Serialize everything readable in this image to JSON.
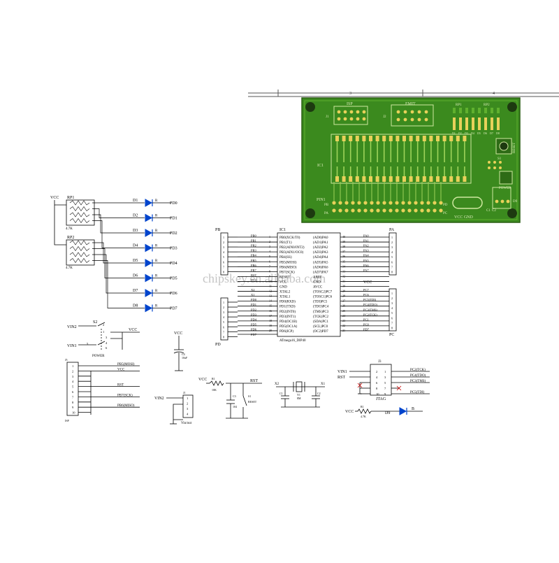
{
  "grid": {
    "col3": "3",
    "col4": "4"
  },
  "pcb": {
    "labels": {
      "isp": "ISP",
      "emit": "EMIT",
      "rp1": "RP1",
      "rp2": "RP2",
      "ic1": "IC1",
      "j1": "J1",
      "j2": "J2",
      "pin1": "PIN1",
      "reset": "RESET",
      "power": "POWER",
      "pb": "PB",
      "pa": "PA",
      "pd": "PD",
      "pc": "PC",
      "vcc_gnd": "VCC GND",
      "c1": "C1",
      "c2": "C2",
      "d9": "D9",
      "s1": "S1"
    },
    "led_labels": [
      "D1",
      "D2",
      "D3",
      "D4",
      "D5",
      "D6",
      "D7",
      "D8"
    ],
    "colors": {
      "board": "#3b8a1e",
      "board_light": "#5fb02e",
      "trace": "#9fd35a",
      "pad": "#e8d15a",
      "hole": "#1d3a10"
    }
  },
  "watermark": "chipskey.en.alibaba.com",
  "leds": {
    "vcc": "VCC",
    "rp1": "RP1",
    "rp2": "RP2",
    "rp_value": "4.7K",
    "r_label": "R",
    "items": [
      {
        "d": "D1",
        "pd": "PD0"
      },
      {
        "d": "D2",
        "pd": "PD1"
      },
      {
        "d": "D3",
        "pd": "PD2"
      },
      {
        "d": "D4",
        "pd": "PD3"
      },
      {
        "d": "D5",
        "pd": "PD4"
      },
      {
        "d": "D6",
        "pd": "PD5"
      },
      {
        "d": "D7",
        "pd": "PD6"
      },
      {
        "d": "D8",
        "pd": "PD7"
      }
    ]
  },
  "ic": {
    "name": "IC1",
    "part": "ATmega16_DIP40",
    "pb_header": "PB",
    "pd_header": "PD",
    "pa_header": "PA",
    "pc_header": "PC",
    "vcc": "VCC",
    "left_nets": [
      "PB0",
      "PB1",
      "PB2",
      "PB3",
      "PB4",
      "PB5",
      "PB6",
      "PB7",
      "RST",
      "VCC",
      "",
      "X2",
      "X1",
      "PD0",
      "PD1",
      "PD2",
      "PD3",
      "PD4",
      "PD5",
      "PD6"
    ],
    "left_pins": [
      "PB0(XCK/T0)",
      "PB1(T1)",
      "PB2(AIN0/INT2)",
      "PB3(AIN1/OC0)",
      "PB4(SS)",
      "PB5(MOSI)",
      "PB6(MISO)",
      "PB7(SCK)",
      "RESET",
      "VCC",
      "GND",
      "XTAL2",
      "XTAL1",
      "PD0(RXD)",
      "PD1(TXD)",
      "PD2(INT0)",
      "PD3(INT1)",
      "PD4(OC1B)",
      "PD5(OC1A)",
      "PD6(ICP)"
    ],
    "left_nums": [
      "1",
      "2",
      "3",
      "4",
      "5",
      "6",
      "7",
      "8",
      "9",
      "10",
      "11",
      "12",
      "13",
      "14",
      "15",
      "16",
      "17",
      "18",
      "19",
      "20"
    ],
    "right_pins": [
      "(AD0)PA0",
      "(AD1)PA1",
      "(AD2)PA2",
      "(AD3)PA3",
      "(AD4)PA4",
      "(AD5)PA5",
      "(AD6)PA6",
      "(AD7)PA7",
      "AREF",
      "GND",
      "AVCC",
      "(TOSC2)PC7",
      "(TOSC1)PC6",
      "(TDI)PC5",
      "(TDO)PC4",
      "(TMS)PC3",
      "(TCK)PC2",
      "(SDA)PC1",
      "(SCL)PC0",
      "(OC2)PD7"
    ],
    "right_nums": [
      "40",
      "39",
      "38",
      "37",
      "36",
      "35",
      "34",
      "33",
      "32",
      "31",
      "30",
      "29",
      "28",
      "27",
      "26",
      "25",
      "24",
      "23",
      "22",
      "21"
    ],
    "right_nets": [
      "PA0",
      "PA1",
      "PA2",
      "PA3",
      "PA4",
      "PA5",
      "PA6",
      "PA7",
      "",
      "",
      "",
      "PC7",
      "PC6",
      "PC5(TDI)",
      "PC4(TDO)",
      "PC3(TMS)",
      "PC2(TCK)",
      "PC1",
      "PC0",
      "PD7"
    ],
    "pd_last": "PD7"
  },
  "power": {
    "s2": "S2",
    "vin2": "VIN2",
    "vin1": "VIN1",
    "vcc": "VCC",
    "label": "POWER",
    "pins": [
      "1",
      "2",
      "3",
      "4",
      "5",
      "6"
    ]
  },
  "cap": {
    "vcc": "VCC",
    "name": "C4",
    "value": "10uF"
  },
  "isp": {
    "name": "J5",
    "label": "ISP",
    "nets": [
      "PB5(MOSI)",
      "VCC",
      "",
      "",
      "RST",
      "",
      "PB7(SCK)",
      "",
      "PB6(MISO)",
      ""
    ],
    "pins": [
      "1",
      "2",
      "3",
      "4",
      "5",
      "6",
      "7",
      "8",
      "9",
      "10"
    ]
  },
  "vinout": {
    "vin2": "VIN2",
    "name": "J1",
    "label": "Vin/out",
    "pins": [
      "1",
      "2",
      "3",
      "4"
    ]
  },
  "reset": {
    "vcc": "VCC",
    "r": "R1",
    "rv": "10K",
    "rst": "RST",
    "c": "C3",
    "cv": "104",
    "s": "S1",
    "sl": "RESET"
  },
  "crystal": {
    "x2": "X2",
    "x1": "X1",
    "y": "Y1",
    "yv": "8M",
    "c1": "C1",
    "c2": "C2"
  },
  "jtag": {
    "vin1": "VIN1",
    "rst": "RST",
    "name": "J3",
    "label": "JTAG",
    "left_pins": [
      "2",
      "4",
      "6",
      "8",
      "10"
    ],
    "right_pins": [
      "1",
      "3",
      "5",
      "7",
      "9"
    ],
    "nets": [
      "PC2(TCK)",
      "PC4(TDO)",
      "PC3(TMS)",
      "",
      "PC5(TDI)"
    ]
  },
  "led9": {
    "vcc": "VCC",
    "r": "R1",
    "rv": "4.7K",
    "d": "D9",
    "b": "B"
  }
}
